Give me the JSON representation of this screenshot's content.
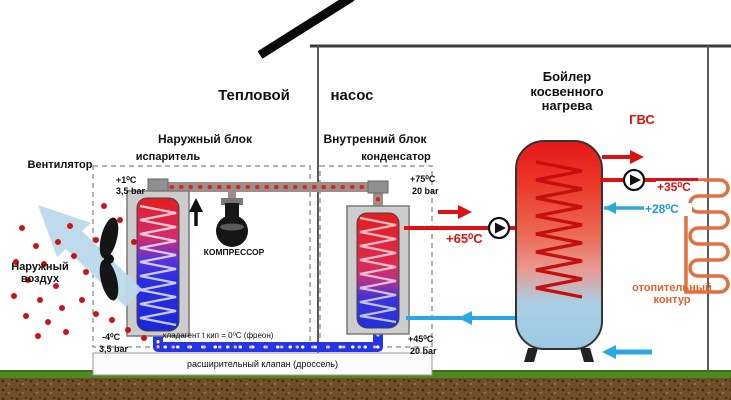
{
  "title": {
    "left": "Тепловой",
    "right": "насос"
  },
  "outdoor_unit": {
    "name": "Наружный блок",
    "evaporator_label": "испаритель",
    "fan_label": "Вентилятор",
    "outside_air_label": "Наружный\nвоздух",
    "compressor_label": "КОМПРЕССОР",
    "evap_top_temp": "+1⁰С",
    "evap_top_pressure": "3,5 bar",
    "evap_bottom_temp": "-4⁰С",
    "evap_bottom_pressure": "3,5 bar",
    "refrigerant_note": "хладагент t кип = 0⁰С (фреон)",
    "expansion_valve_note": "расширительный клапан (дроссель)"
  },
  "indoor_unit": {
    "name": "Внутренний блок",
    "condenser_label": "конденсатор",
    "cond_top_temp": "+75⁰С",
    "cond_top_pressure": "20 bar",
    "cond_bottom_temp": "+45⁰С",
    "cond_bottom_pressure": "20 bar",
    "supply_temp": "+65⁰С"
  },
  "boiler": {
    "name": "Бойлер\nкосвенного\nнагрева",
    "dhw_label": "ГВС",
    "heating_supply_temp": "+35⁰С",
    "heating_return_temp": "+28⁰С",
    "heating_circuit_label": "отопительный\nконтур"
  },
  "colors": {
    "hot": "#dd1111",
    "cold": "#28a8e8",
    "heating_circuit": "#e0703f",
    "air_flow": "#b9d9ea",
    "ground": "#6f4e28",
    "grass": "#4c8a20"
  }
}
